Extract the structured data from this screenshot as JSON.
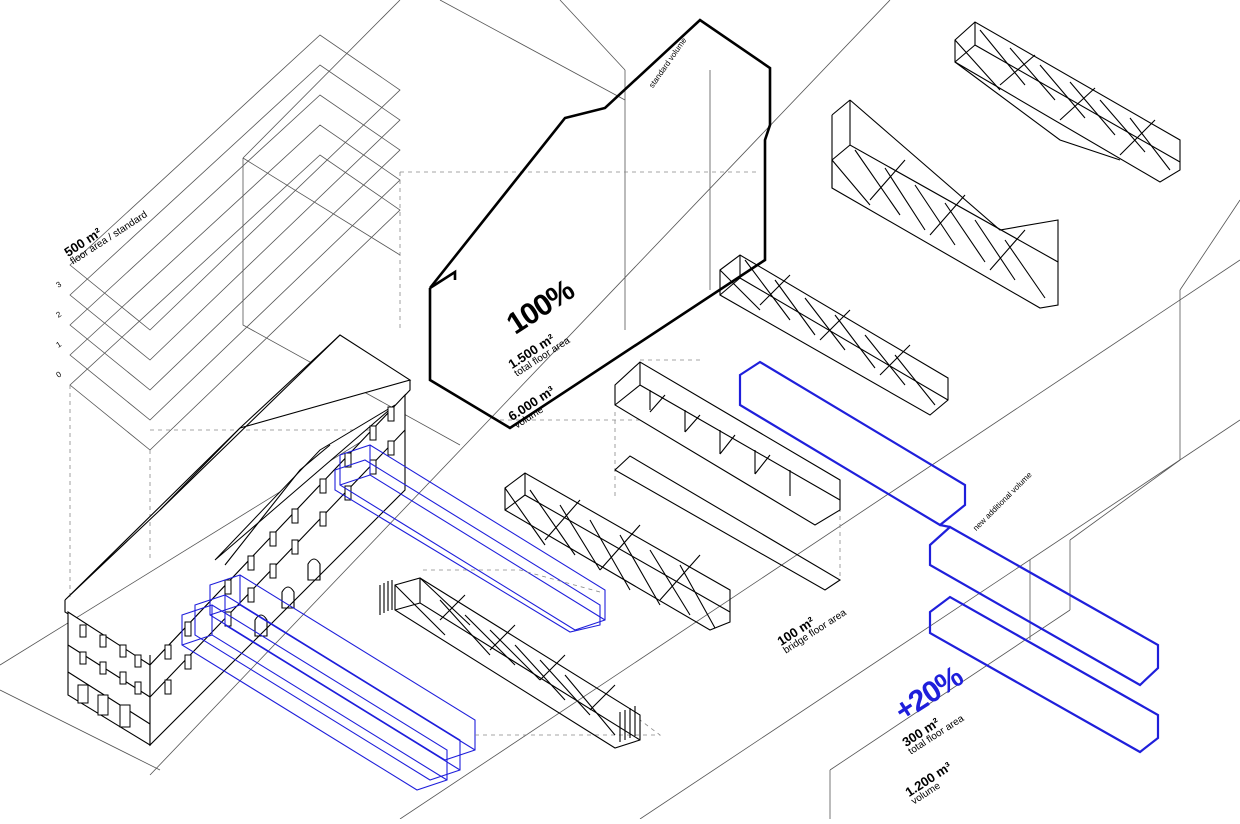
{
  "floor_area_standard": {
    "value": "500 m²",
    "caption": "floor area / standard",
    "levels": [
      "3",
      "2",
      "1",
      "0"
    ]
  },
  "standard_volume": {
    "label": "standard volume",
    "percent": "100%",
    "floor_area": "1.500 m²",
    "floor_area_caption": "total floor area",
    "volume": "6.000 m³",
    "volume_caption": "volume"
  },
  "bridge": {
    "floor_area": "100 m²",
    "floor_area_caption": "bridge floor area"
  },
  "additional_volume": {
    "label": "new additional volume",
    "percent": "+20%",
    "floor_area": "300 m²",
    "floor_area_caption": "total floor area",
    "volume": "1.200 m³",
    "volume_caption": "volume"
  },
  "colors": {
    "line": "#000000",
    "accent_blue": "#1f1fdb",
    "guide": "#888888"
  }
}
